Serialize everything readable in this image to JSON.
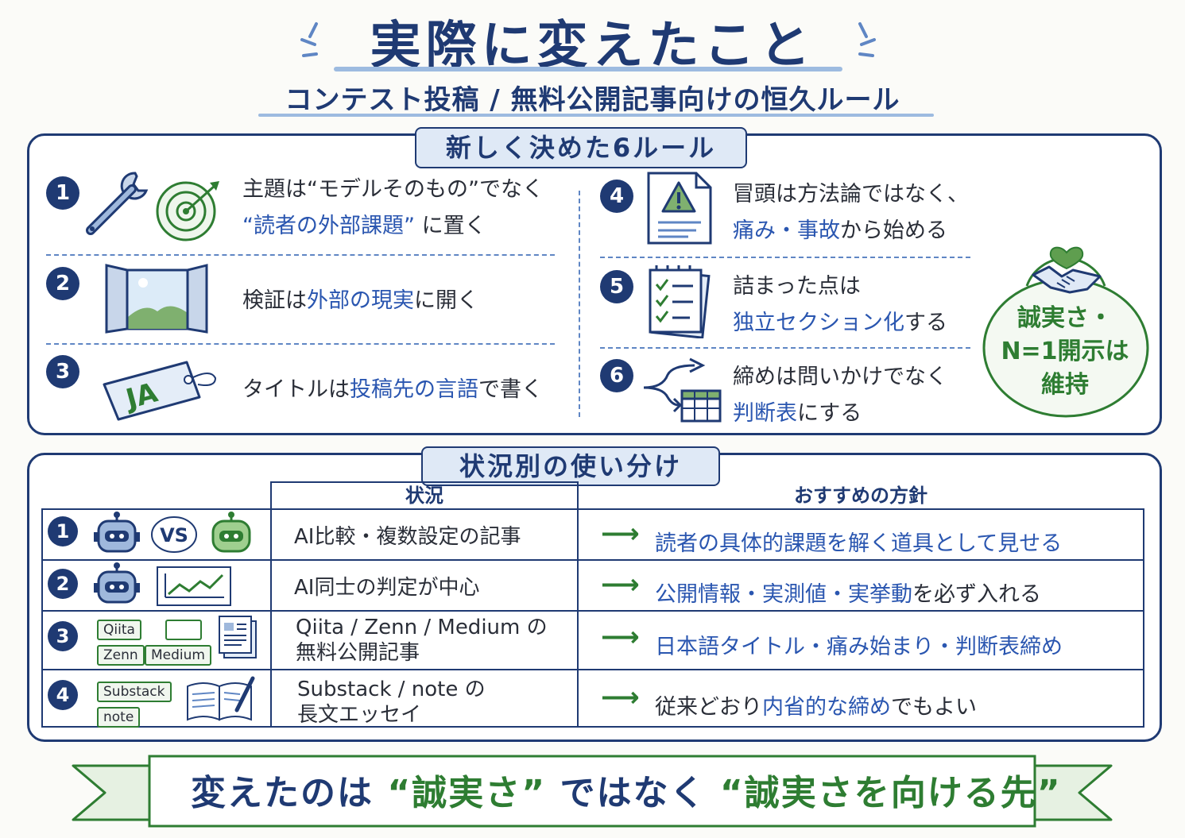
{
  "title": "実際に変えたこと",
  "subtitle": {
    "part1": "コンテスト投稿 / 無料公開記事向けの",
    "part2": "恒久ルール"
  },
  "rules_panel": {
    "tag": "新しく決めた6ルール",
    "rules": [
      {
        "num": "1",
        "line1": "主題は“モデルそのもの”でなく",
        "line2_hl": "“読者の外部課題”",
        "line2_rest": "に置く"
      },
      {
        "num": "2",
        "pre": "検証は",
        "hl": "外部の現実",
        "post": "に開く"
      },
      {
        "num": "3",
        "pre": "タイトルは",
        "hl": "投稿先の言語",
        "post": "で書く",
        "icon_label": "JA"
      },
      {
        "num": "4",
        "line1": "冒頭は方法論ではなく、",
        "line2_hl": "痛み・事故",
        "line2_rest": "から始める"
      },
      {
        "num": "5",
        "line1": "詰まった点は",
        "line2_hl": "独立セクション化",
        "line2_rest": "する"
      },
      {
        "num": "6",
        "line1": "締めは問いかけでなく",
        "line2_hl": "判断表",
        "line2_rest": "にする"
      }
    ],
    "badge": {
      "line1": "誠実さ・",
      "line2": "N=1開示は",
      "line3": "維持"
    }
  },
  "guide_panel": {
    "tag": "状況別の使い分け",
    "header_situation": "状況",
    "header_policy": "おすすめの方針",
    "rows": [
      {
        "num": "1",
        "icon_label": "VS",
        "situation1": "AI比較・複数設定の記事",
        "situation2": "",
        "pol_hl": "読者の具体的課題を解く道具として見せる",
        "pol_rest": ""
      },
      {
        "num": "2",
        "icon_label": "",
        "situation1": "AI同士の判定が中心",
        "situation2": "",
        "pol_hl": "公開情報・実測値・実挙動",
        "pol_rest": "を必ず入れる"
      },
      {
        "num": "3",
        "tags": [
          "Qiita",
          "Zenn",
          "Medium"
        ],
        "situation1": "Qiita / Zenn / Medium の",
        "situation2": "無料公開記事",
        "pol_hl": "日本語タイトル・痛み始まり・判断表締め",
        "pol_rest": ""
      },
      {
        "num": "4",
        "tags": [
          "Substack",
          "note"
        ],
        "situation1": "Substack / note の",
        "situation2": "長文エッセイ",
        "pol_pre": "従来どおり",
        "pol_hl": "内省的な締め",
        "pol_rest": "でもよい"
      }
    ]
  },
  "banner": {
    "part1": "変えたのは",
    "part2": "“誠実さ”",
    "part3": "ではなく",
    "part4": "“誠実さを向ける先”"
  },
  "colors": {
    "navy": "#1f3a73",
    "blue": "#2a56b0",
    "green": "#2e7d32"
  }
}
